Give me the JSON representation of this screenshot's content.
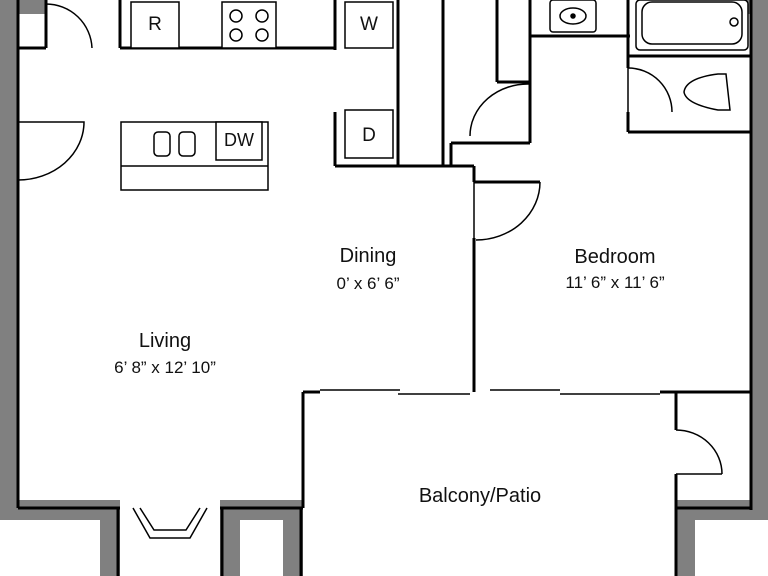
{
  "rooms": {
    "living": {
      "name": "Living",
      "dims": "6’ 8” x 12’ 10”"
    },
    "dining": {
      "name": "Dining",
      "dims": "0’ x 6’ 6”"
    },
    "bedroom": {
      "name": "Bedroom",
      "dims": "11’ 6” x 11’ 6”"
    },
    "balcony": {
      "name": "Balcony/Patio"
    }
  },
  "appliances": {
    "refrigerator": "R",
    "washer": "W",
    "dryer": "D",
    "dishwasher": "DW"
  }
}
